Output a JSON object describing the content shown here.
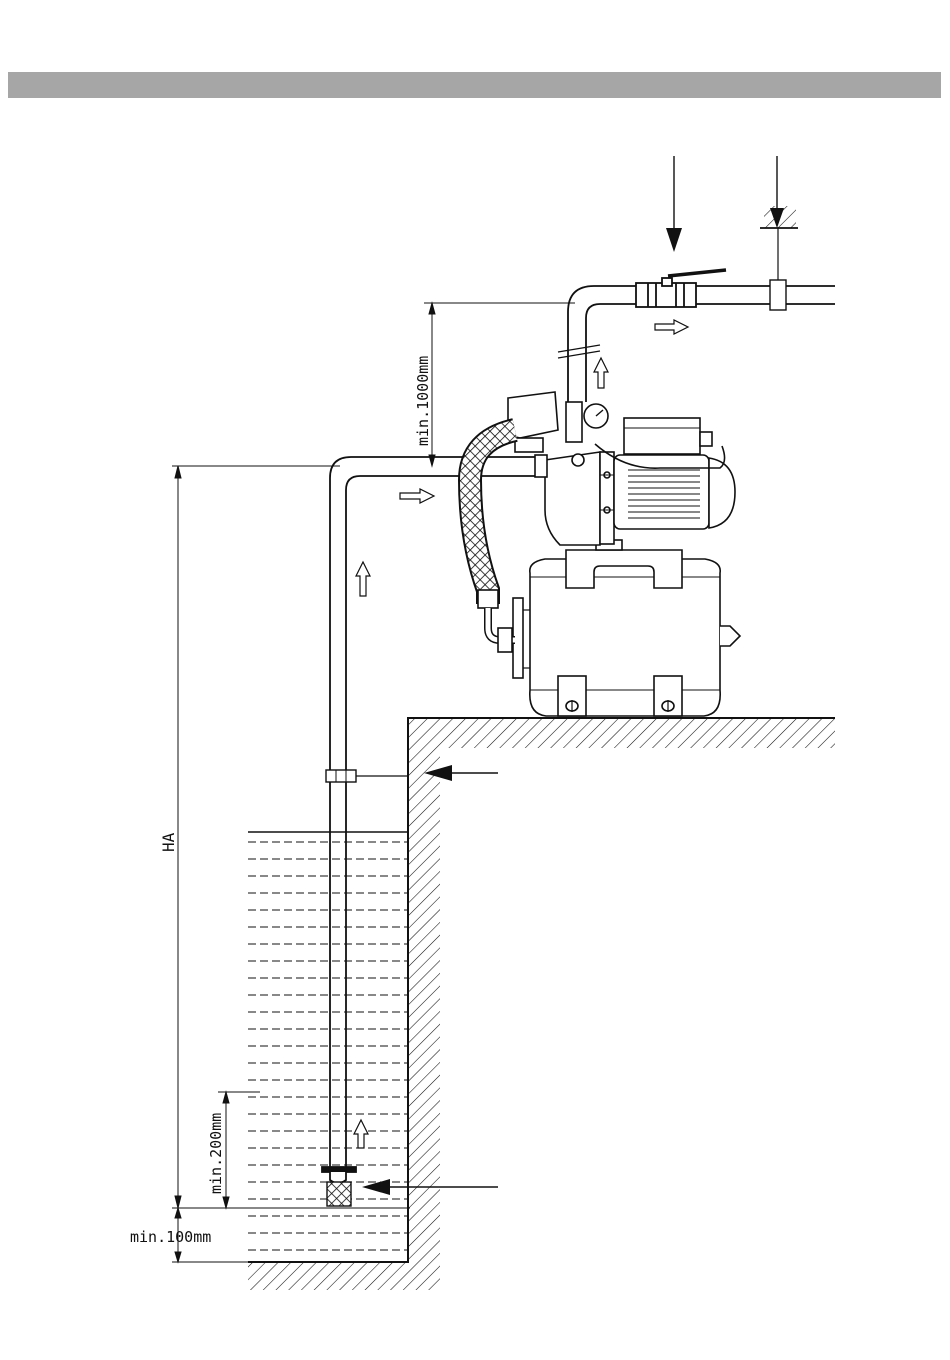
{
  "header_bar_color": "#a6a6a6",
  "line_color": "#111111",
  "labels": {
    "outlet_height": "min.1000mm",
    "suction_height": "HA",
    "strainer_immersion": "min.200mm",
    "bottom_clearance": "min.100mm",
    "tank_mount": "Φ"
  },
  "icons": {
    "pointer_arrow": "filled-triangle-arrow",
    "flow_arrow": "hollow-arrow",
    "hatch": "diagonal-hatch"
  }
}
